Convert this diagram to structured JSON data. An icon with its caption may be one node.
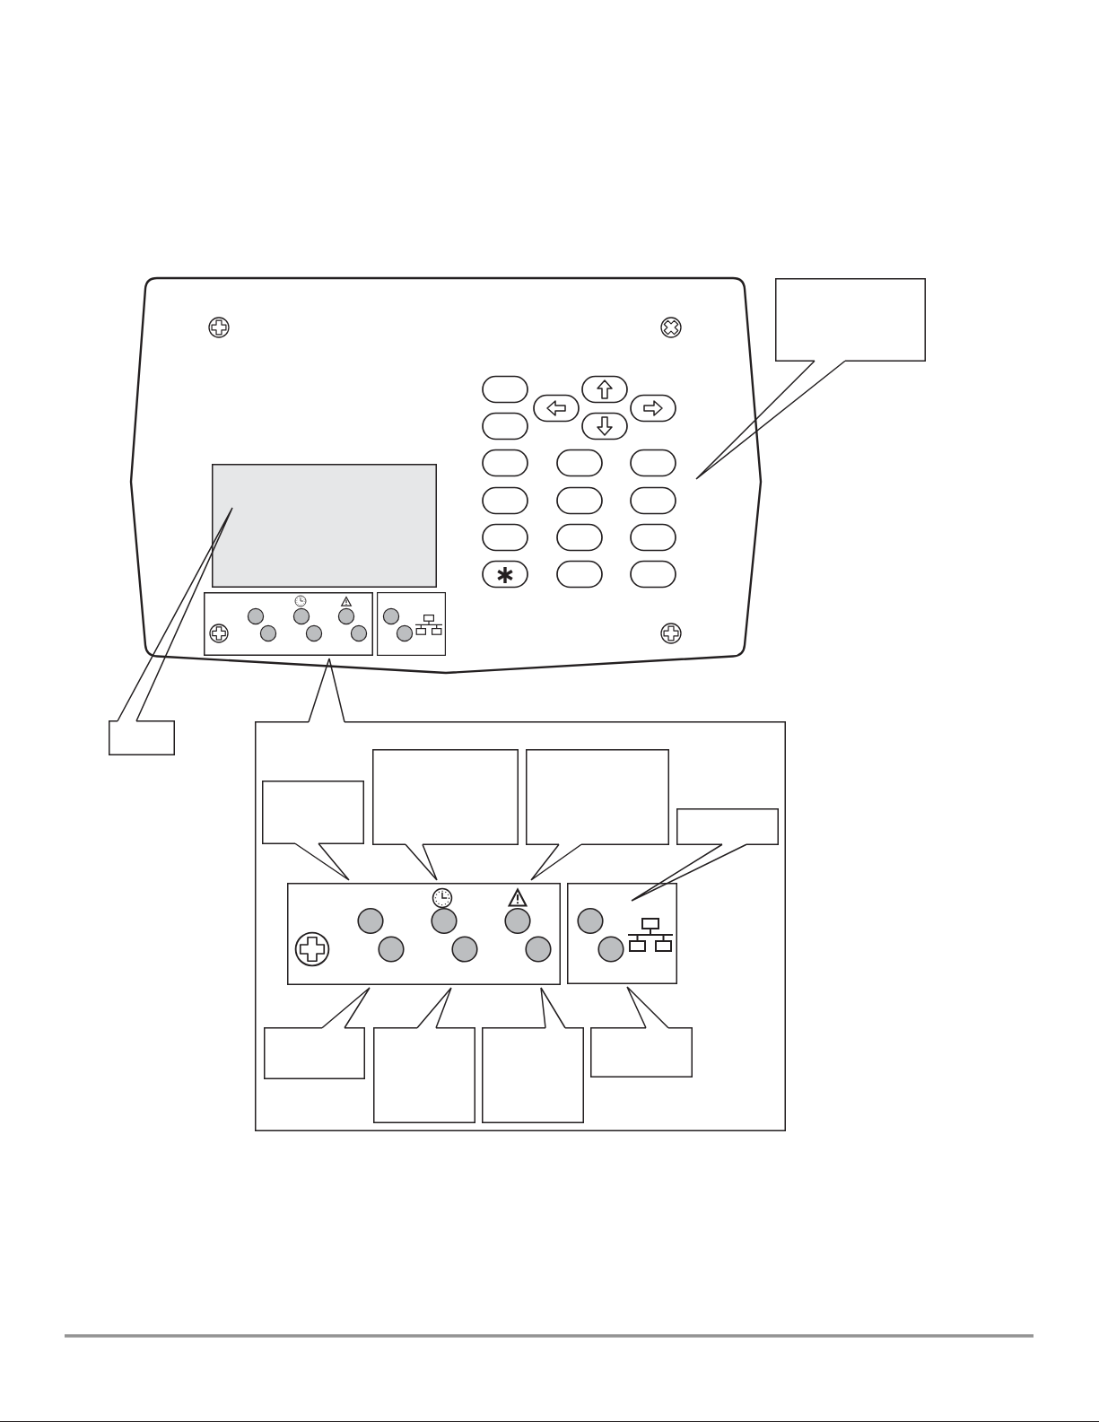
{
  "diagram": {
    "nodes": [
      {
        "text": [],
        "shape": "box"
      },
      {
        "text": [],
        "shape": "box"
      },
      {
        "text": [],
        "shape": "box"
      },
      {
        "text": [],
        "shape": "box"
      },
      {
        "text": [],
        "shape": "box"
      },
      {
        "text": [],
        "shape": "box",
        "in": 4
      },
      {
        "text": [],
        "shape": "box",
        "in": 4
      },
      {
        "text": [],
        "shape": "box",
        "in": 4
      },
      {
        "text": [],
        "shape": "box",
        "in": 4
      },
      {
        "text": [],
        "shape": "box",
        "in": 4
      },
      {
        "text": [],
        "shape": "box",
        "in": 4
      },
      {
        "text": [],
        "shape": "box",
        "in": 4
      },
      {
        "text": [],
        "shape": "box",
        "in": 4
      },
      {
        "text": [],
        "shape": "box",
        "in": 4
      },
      {
        "text": [],
        "shape": "box",
        "in": 4
      }
    ],
    "edges": [
      {
        "from": 0,
        "to": null,
        "arrow": "none"
      },
      {
        "from": 3,
        "to": 1,
        "arrow": "none"
      },
      {
        "from": 4,
        "to": 2,
        "arrow": "none"
      },
      {
        "from": 5,
        "to": 9,
        "arrow": "none"
      },
      {
        "from": 6,
        "to": 9,
        "arrow": "none"
      },
      {
        "from": 7,
        "to": 9,
        "arrow": "none"
      },
      {
        "from": 8,
        "to": 10,
        "arrow": "none"
      },
      {
        "from": 11,
        "to": 9,
        "arrow": "none"
      },
      {
        "from": 12,
        "to": 9,
        "arrow": "none"
      },
      {
        "from": 13,
        "to": 9,
        "arrow": "none"
      },
      {
        "from": 14,
        "to": 10,
        "arrow": "none"
      }
    ]
  }
}
